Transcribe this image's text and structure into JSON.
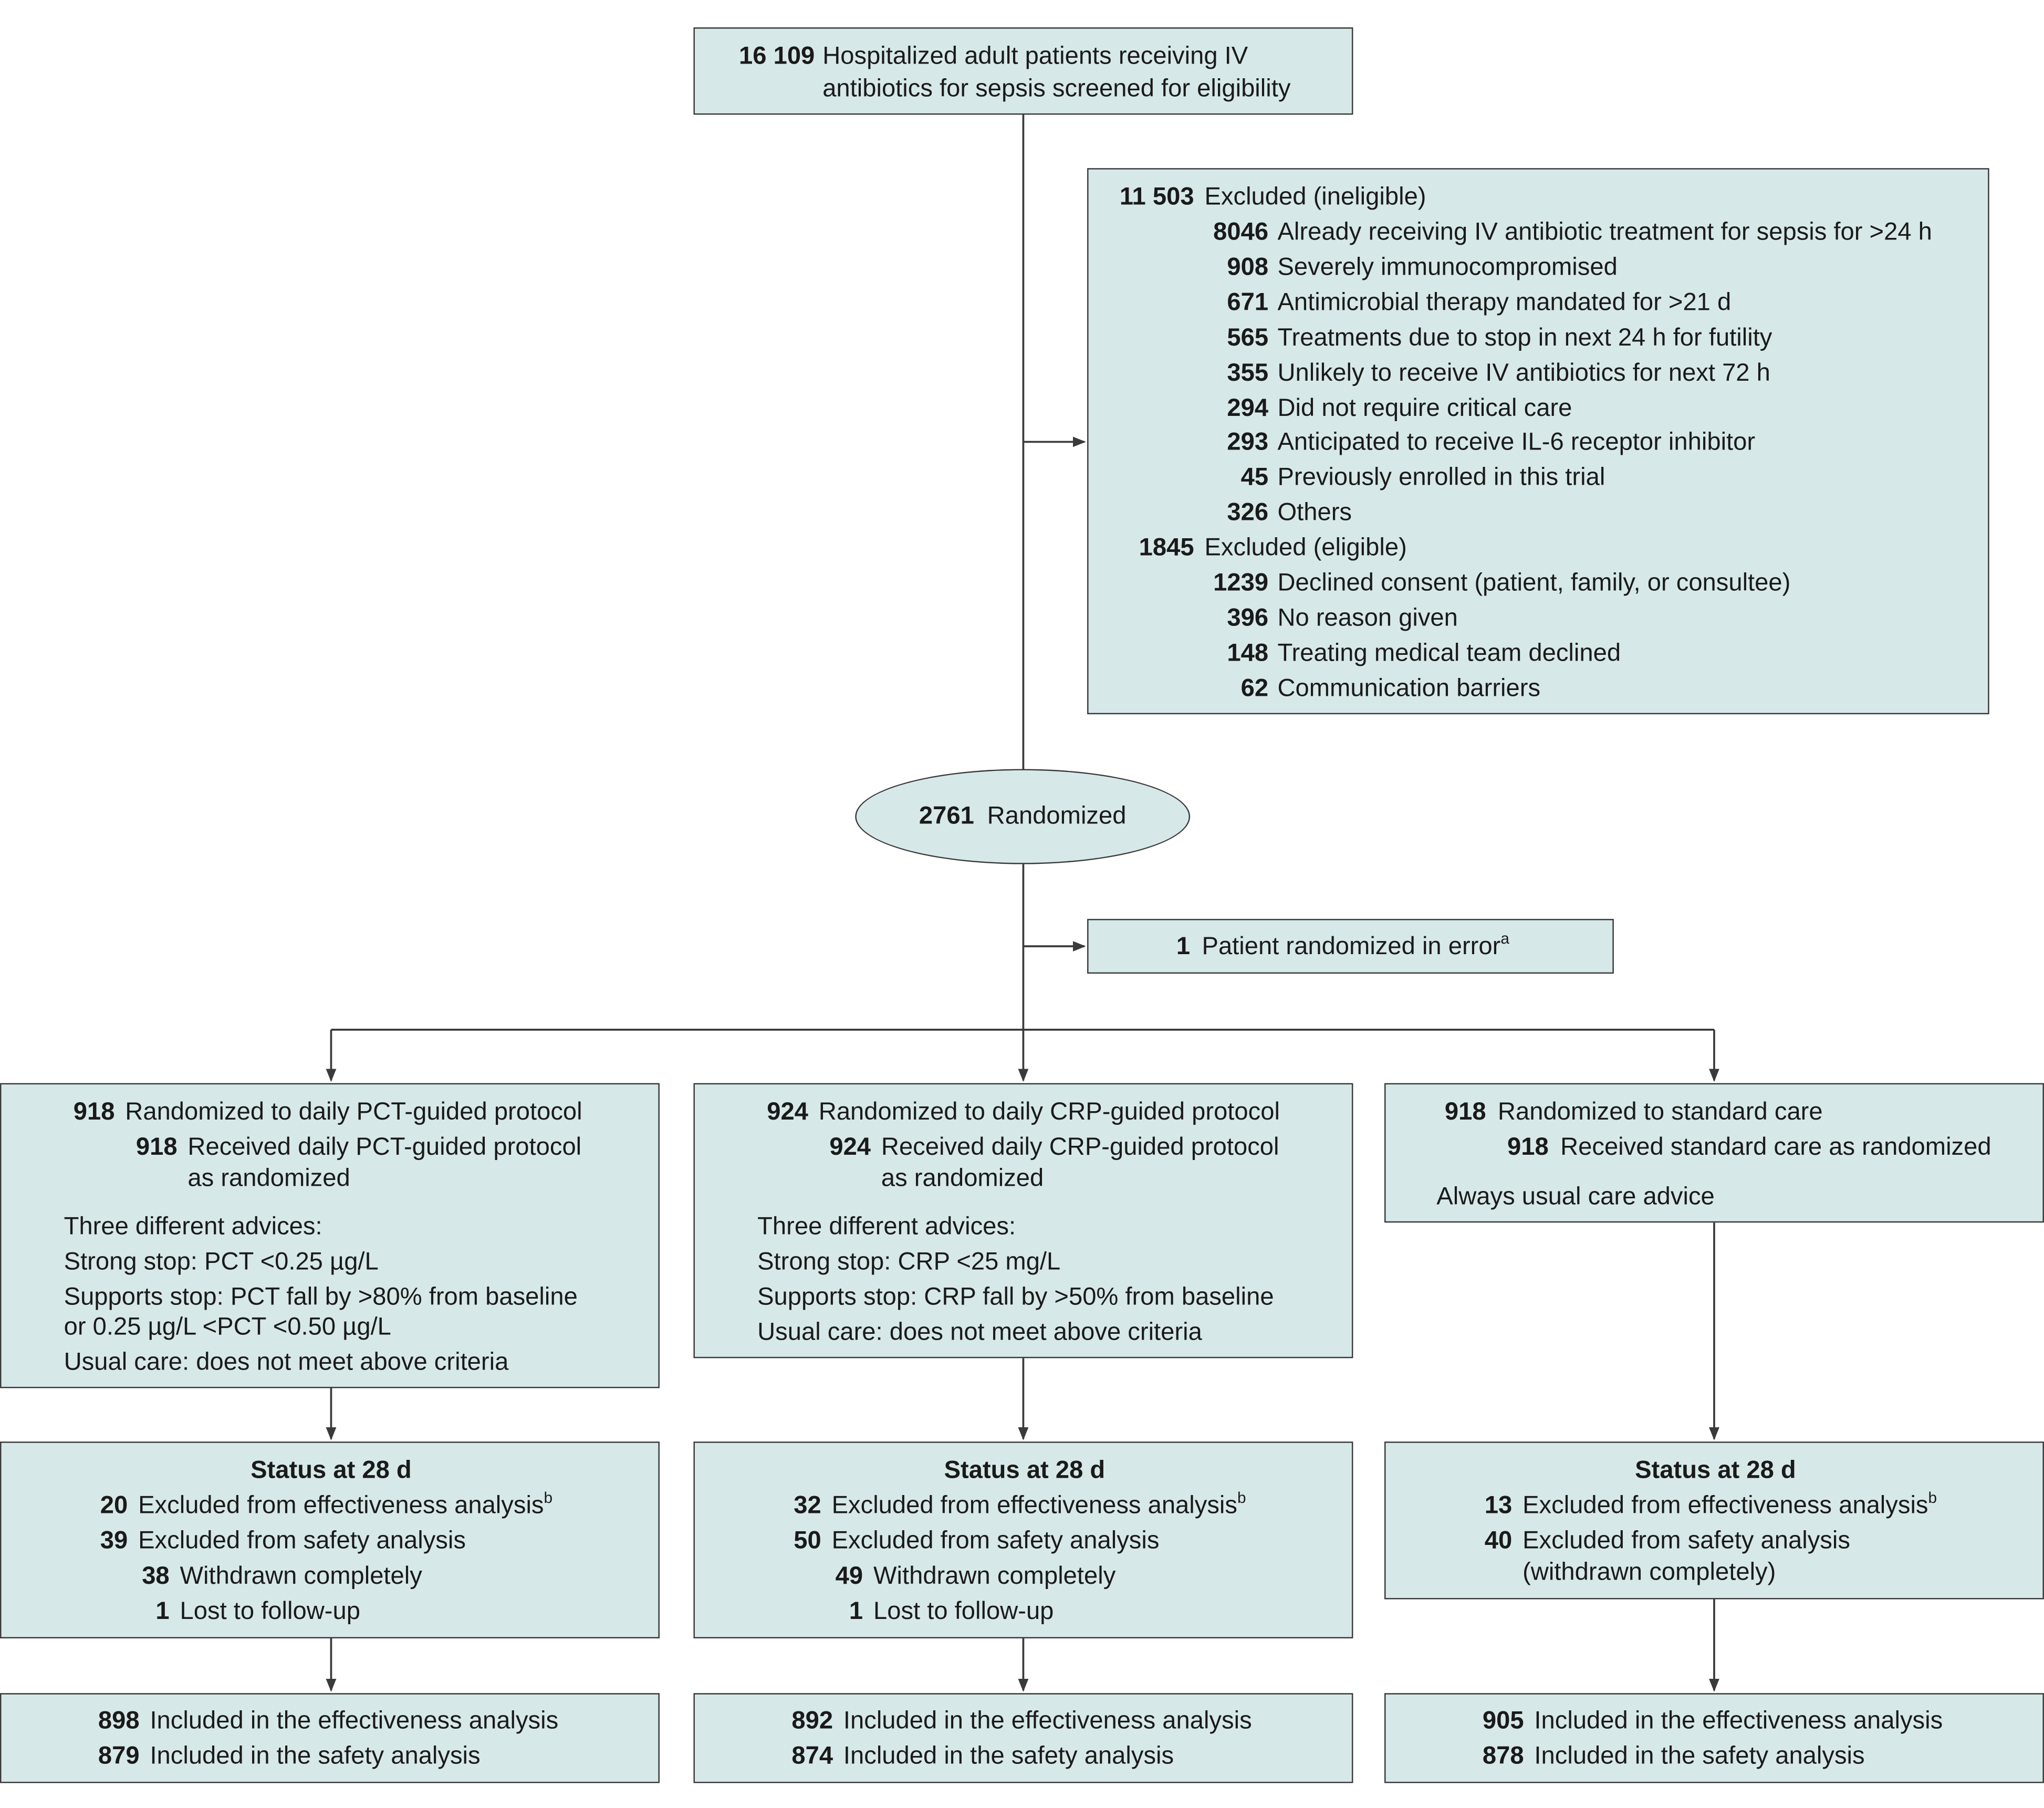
{
  "screening": {
    "n": "16 109",
    "text1": "Hospitalized adult patients receiving IV",
    "text2": "antibiotics for sepsis screened for eligibility"
  },
  "exclusions": {
    "ineligible": {
      "n": "11 503",
      "text": "Excluded (ineligible)"
    },
    "ineligible_items": [
      {
        "n": "8046",
        "text": "Already receiving IV antibiotic treatment for sepsis for >24 h"
      },
      {
        "n": "908",
        "text": "Severely immunocompromised"
      },
      {
        "n": "671",
        "text": "Antimicrobial therapy mandated for >21 d"
      },
      {
        "n": "565",
        "text": "Treatments due to stop in next 24 h for futility"
      },
      {
        "n": "355",
        "text": "Unlikely to receive IV antibiotics for next 72 h"
      },
      {
        "n": "294",
        "text": "Did not require critical care"
      },
      {
        "n": "293",
        "text": "Anticipated to receive IL-6 receptor inhibitor"
      },
      {
        "n": "45",
        "text": "Previously enrolled in this trial"
      },
      {
        "n": "326",
        "text": "Others"
      }
    ],
    "eligible": {
      "n": "1845",
      "text": "Excluded (eligible)"
    },
    "eligible_items": [
      {
        "n": "1239",
        "text": "Declined consent (patient, family, or consultee)"
      },
      {
        "n": "396",
        "text": "No reason given"
      },
      {
        "n": "148",
        "text": "Treating medical team declined"
      },
      {
        "n": "62",
        "text": "Communication barriers"
      }
    ]
  },
  "randomized": {
    "n": "2761",
    "text": "Randomized"
  },
  "error": {
    "n": "1",
    "text": "Patient randomized in error",
    "sup": "a"
  },
  "arms": [
    {
      "n": "918",
      "title": "Randomized to daily PCT-guided protocol",
      "recv_n": "918",
      "recv1": "Received daily PCT-guided protocol",
      "recv2": "as randomized",
      "advice_lines": [
        "Three different advices:",
        "Strong stop: PCT <0.25 µg/L",
        "Supports stop: PCT fall by >80% from baseline",
        "or 0.25 µg/L <PCT <0.50 µg/L",
        "Usual care: does not meet above criteria"
      ]
    },
    {
      "n": "924",
      "title": "Randomized to daily CRP-guided protocol",
      "recv_n": "924",
      "recv1": "Received daily CRP-guided protocol",
      "recv2": "as randomized",
      "advice_lines": [
        "Three different advices:",
        "Strong stop: CRP <25 mg/L",
        "Supports stop: CRP fall by >50% from baseline",
        "Usual care: does not meet above criteria"
      ]
    },
    {
      "n": "918",
      "title": "Randomized to standard care",
      "recv_n": "918",
      "recv1": "Received standard care as randomized",
      "advice_lines": [
        "Always usual care advice"
      ]
    }
  ],
  "status": [
    {
      "title": "Status at 28 d",
      "eff_n": "20",
      "eff_text": "Excluded from effectiveness analysis",
      "sup": "b",
      "safe_n": "39",
      "safe_text": "Excluded from safety analysis",
      "w_n": "38",
      "w_text": "Withdrawn completely",
      "l_n": "1",
      "l_text": "Lost to follow-up"
    },
    {
      "title": "Status at 28 d",
      "eff_n": "32",
      "eff_text": "Excluded from effectiveness analysis",
      "sup": "b",
      "safe_n": "50",
      "safe_text": "Excluded from safety analysis",
      "w_n": "49",
      "w_text": "Withdrawn completely",
      "l_n": "1",
      "l_text": "Lost to follow-up"
    },
    {
      "title": "Status at 28 d",
      "eff_n": "13",
      "eff_text": "Excluded from effectiveness analysis",
      "sup": "b",
      "safe_n": "40",
      "safe_text": "Excluded from safety analysis",
      "safe_text2": "(withdrawn completely)"
    }
  ],
  "final": [
    {
      "eff_n": "898",
      "eff_text": "Included in the effectiveness analysis",
      "safe_n": "879",
      "safe_text": "Included in the safety analysis"
    },
    {
      "eff_n": "892",
      "eff_text": "Included in the effectiveness analysis",
      "safe_n": "874",
      "safe_text": "Included in the safety analysis"
    },
    {
      "eff_n": "905",
      "eff_text": "Included in the effectiveness analysis",
      "safe_n": "878",
      "safe_text": "Included in the safety analysis"
    }
  ],
  "colors": {
    "box_fill": "#d7e8e9",
    "border": "#3a3a3a",
    "line": "#3a3a3a"
  }
}
